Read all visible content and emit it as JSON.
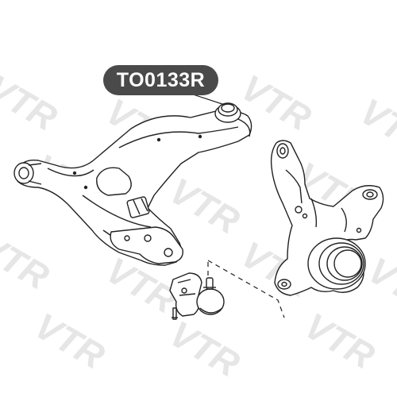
{
  "part_number": "TO0133R",
  "watermark": {
    "text": "VTR",
    "color": "#e6e6e6"
  },
  "colors": {
    "background": "#ffffff",
    "label_bg": "#4a4a4a",
    "label_text": "#ffffff",
    "line": "#222222"
  },
  "components": [
    {
      "name": "lower-control-arm"
    },
    {
      "name": "steering-knuckle"
    },
    {
      "name": "ball-joint"
    }
  ]
}
